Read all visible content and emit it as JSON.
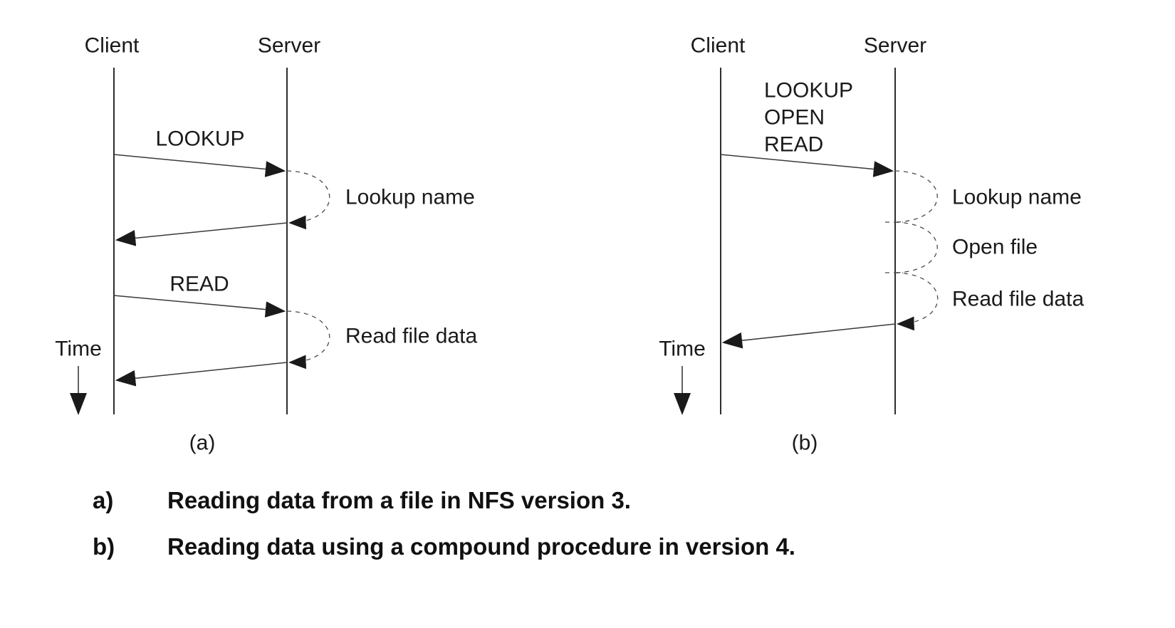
{
  "panel_a": {
    "client_label": "Client",
    "server_label": "Server",
    "request_1": "LOOKUP",
    "internal_1": "Lookup name",
    "request_2": "READ",
    "internal_2": "Read file data",
    "time_label": "Time",
    "panel_tag": "(a)",
    "caption_marker": "a)",
    "caption_text": "Reading data from a file in NFS version 3."
  },
  "panel_b": {
    "client_label": "Client",
    "server_label": "Server",
    "compound_request_lines": [
      "LOOKUP",
      "OPEN",
      "READ"
    ],
    "internal_1": "Lookup name",
    "internal_2": "Open file",
    "internal_3": "Read file data",
    "time_label": "Time",
    "panel_tag": "(b)",
    "caption_marker": "b)",
    "caption_text": "Reading data using a compound procedure in version 4."
  },
  "colors": {
    "background": "#ffffff",
    "line": "#2e2e2e",
    "text": "#1a1a1a"
  }
}
